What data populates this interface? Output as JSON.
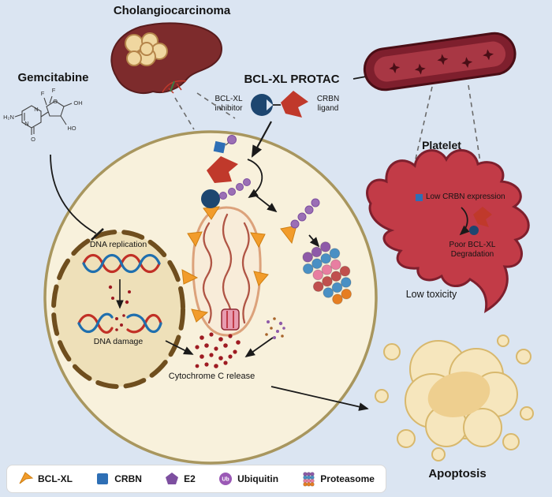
{
  "figure": {
    "titles": {
      "cholangiocarcinoma": "Cholangiocarcinoma",
      "gemcitabine": "Gemcitabine",
      "protac": "BCL-XL PROTAC",
      "platelet": "Platelet",
      "apoptosis": "Apoptosis"
    },
    "protac": {
      "inhibitor_label": "BCL-XL\ninhibitor",
      "ligand_label": "CRBN\nligand"
    },
    "platelet": {
      "low_crbn": "Low CRBN expression",
      "poor_degradation": "Poor BCL-XL\nDegradation",
      "low_toxicity": "Low toxicity"
    },
    "cell": {
      "dna_replication": "DNA replication",
      "dna_damage": "DNA damage",
      "cytochrome_release": "Cytochrome C release"
    },
    "gemcitabine_structure": {
      "amine": "H₂N",
      "n1": "N",
      "n2": "N",
      "o1": "O",
      "o2": "O",
      "f1": "F",
      "f2": "F",
      "oh": "OH",
      "ho": "HO"
    },
    "legend": {
      "items": [
        {
          "label": "BCL-XL"
        },
        {
          "label": "CRBN"
        },
        {
          "label": "E2"
        },
        {
          "label": "Ubiquitin",
          "badge": "Ub"
        },
        {
          "label": "Proteasome"
        }
      ]
    },
    "colors": {
      "background": "#dbe5f2",
      "bclxl_orange": "#f29c2b",
      "crbn_blue": "#2e6fb5",
      "inhibitor_navy": "#1d4670",
      "ligand_red": "#c0392b",
      "ubiquitin_purple": "#9b59b6",
      "platelet_red": "#c23b47",
      "liver_maroon": "#7d2b2c",
      "cell_cream": "#f8f1dc",
      "cytochrome_red": "#9e1b22"
    }
  }
}
